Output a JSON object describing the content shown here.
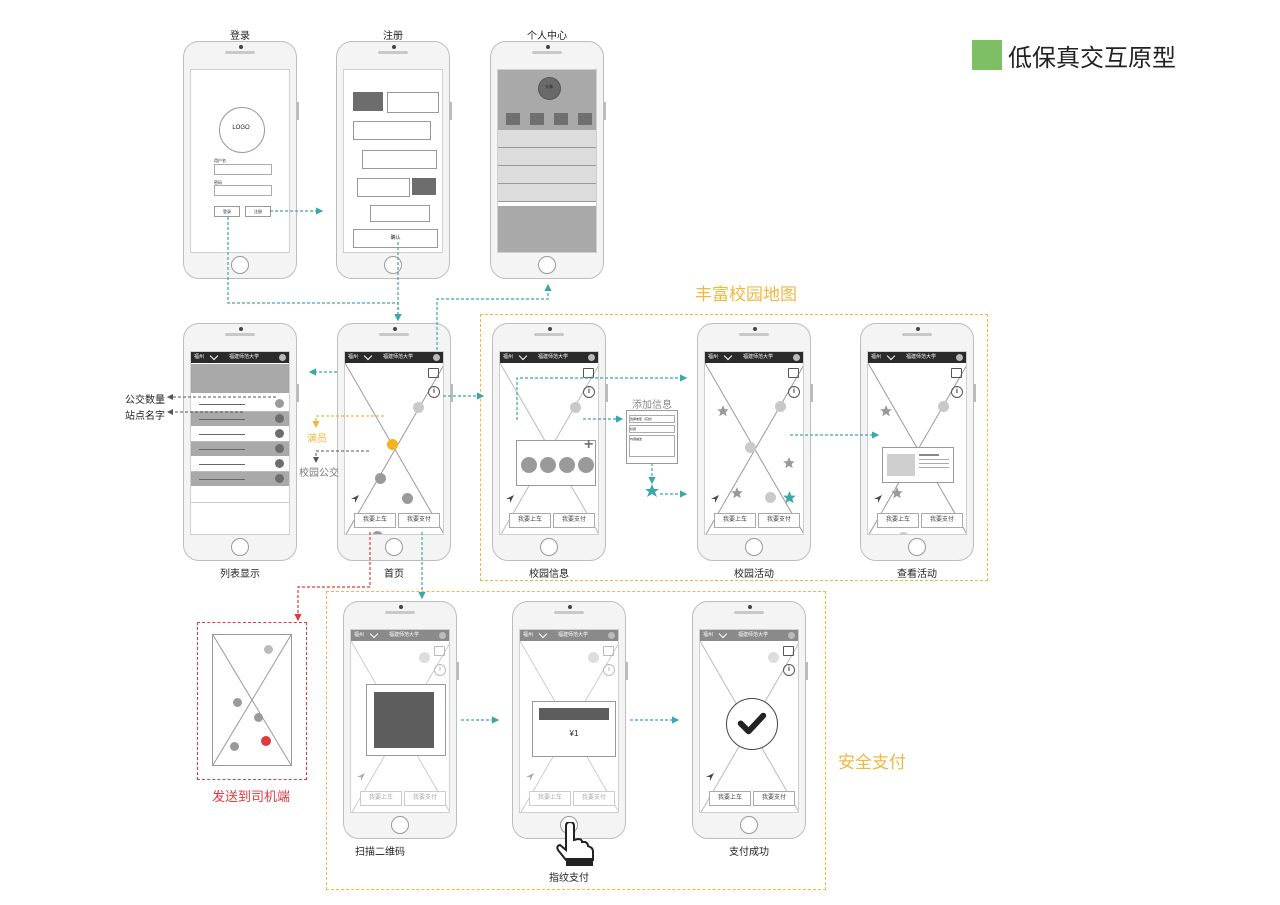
{
  "title": "低保真交互原型",
  "colors": {
    "accent": "#7dbf62",
    "flow": "#3aa8a8",
    "orange": "#f0b840",
    "red": "#e0393e",
    "yellow": "#f2b31d"
  },
  "sections": {
    "rich_map": "丰富校园地图",
    "secure_pay": "安全支付"
  },
  "phones": {
    "login": {
      "label": "登录",
      "logo": "LOGO",
      "user": "用户名",
      "pwd": "密码",
      "login_btn": "登录",
      "register_btn": "注册"
    },
    "register": {
      "label": "注册",
      "confirm": "确认"
    },
    "profile": {
      "label": "个人中心",
      "avatar": "头像"
    },
    "list": {
      "label": "列表显示"
    },
    "home": {
      "label": "首页"
    },
    "campus_info": {
      "label": "校园信息"
    },
    "campus_activity": {
      "label": "校园活动"
    },
    "view_activity": {
      "label": "查看活动"
    },
    "scan": {
      "label": "扫描二维码"
    },
    "fingerprint": {
      "label": "指纹支付",
      "amount": "¥1"
    },
    "pay_success": {
      "label": "支付成功"
    }
  },
  "map": {
    "city": "福州",
    "university": "福建师范大学",
    "board": "我要上车",
    "pay": "我要支付"
  },
  "annotations": {
    "bus_count": "公交数量",
    "station_name": "站点名字",
    "full": "满员",
    "campus_bus": "校园公交",
    "add_info": "添加信息",
    "send_driver": "发送到司机端",
    "form_type": "选择类型（高校）",
    "form_title": "标题",
    "form_content": "内容描述"
  }
}
